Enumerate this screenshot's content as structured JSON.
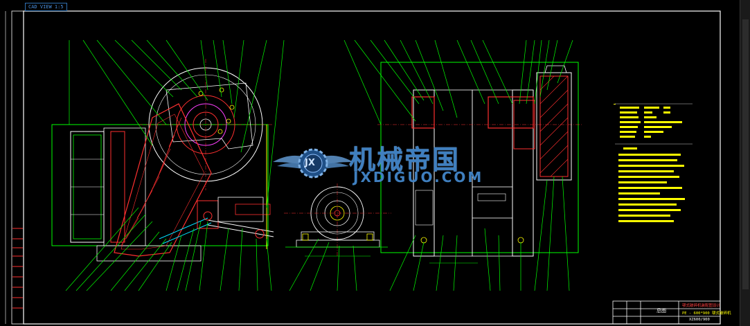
{
  "drawing_tag": "CAD VIEW 1:5",
  "watermark": {
    "cn": "机械帝国",
    "en": "JXDIGUO.COM",
    "logo": "JX"
  },
  "title_block": {
    "row1": "颚式破碎机装配图设计",
    "row2": "PE - 600*900 颚式破碎机",
    "row3": "XZ600/900",
    "cell": "总图"
  },
  "colors": {
    "bg": "#000000",
    "frame": "#ffffff",
    "green": "#00ff00",
    "yellow": "#ffff00",
    "red": "#ff3030",
    "cyan": "#00e0ff",
    "magenta": "#ff40ff",
    "white": "#e8e8e8",
    "watermark": "#3f7fbf"
  }
}
